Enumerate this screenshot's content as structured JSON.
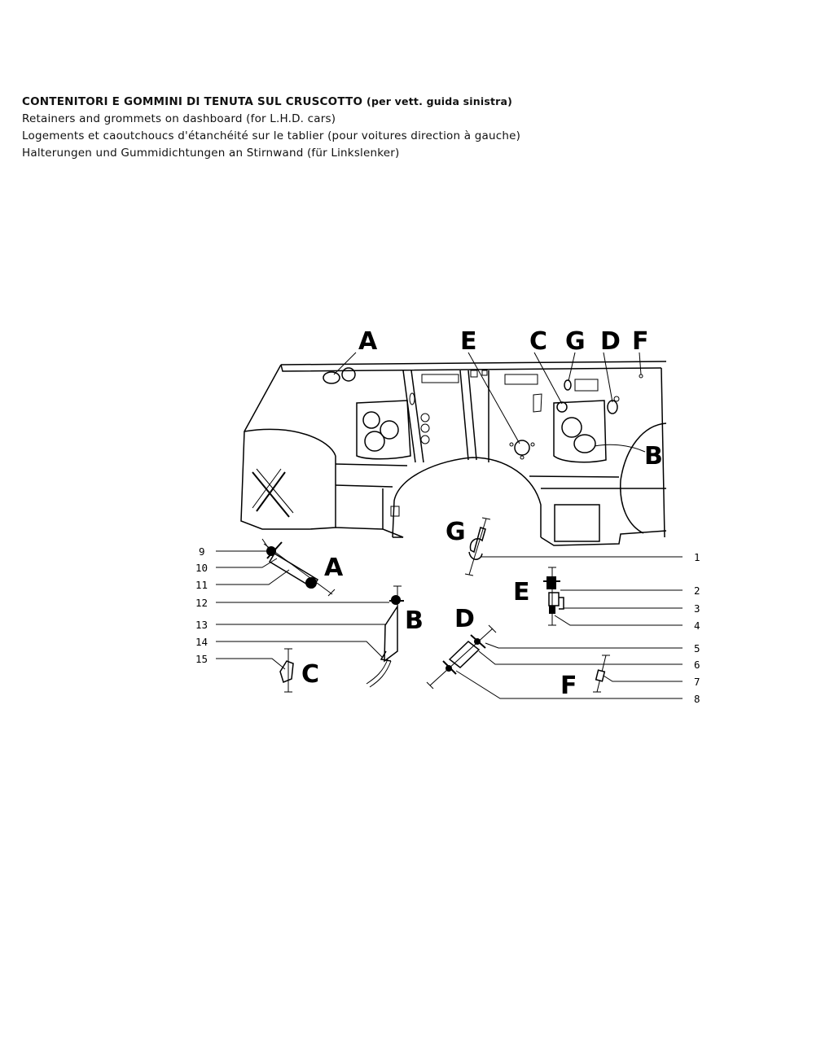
{
  "headings": {
    "it_main": "CONTENITORI E GOMMINI DI TENUTA SUL CRUSCOTTO",
    "it_sub": "(per vett. guida sinistra)",
    "en": "Retainers and grommets on dashboard (for L.H.D. cars)",
    "fr": "Logements et caoutchoucs d'étanchéité sur le tablier (pour voitures direction à gauche)",
    "de": "Halterungen und Gummidichtungen an Stirnwand (für Linkslenker)"
  },
  "diagram": {
    "top_letters": [
      "A",
      "E",
      "C",
      "G",
      "D",
      "F"
    ],
    "dash_letter_b": "B",
    "detail_letters": {
      "a": "A",
      "b": "B",
      "c": "C",
      "d": "D",
      "e": "E",
      "f": "F",
      "g": "G"
    },
    "part_numbers": [
      "1",
      "2",
      "3",
      "4",
      "5",
      "6",
      "7",
      "8",
      "9",
      "10",
      "11",
      "12",
      "13",
      "14",
      "15"
    ]
  }
}
